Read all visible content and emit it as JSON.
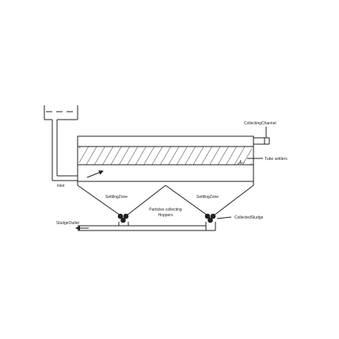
{
  "labels": {
    "collecting_channel": "CollectingChannel",
    "tube_settlers": "Tube settlers",
    "inlet": "Inlet",
    "settling_zone_left": "SettlingZone",
    "settling_zone_right": "SettlingZone",
    "hoppers_line1": "Particles collecting",
    "hoppers_line2": "Hoppers",
    "collected_sludge": "CollectedSludge",
    "sludge_outlet": "SludgeOutlet",
    "tube_angle": "60°"
  },
  "colors": {
    "line": "#222222",
    "background": "#ffffff"
  }
}
